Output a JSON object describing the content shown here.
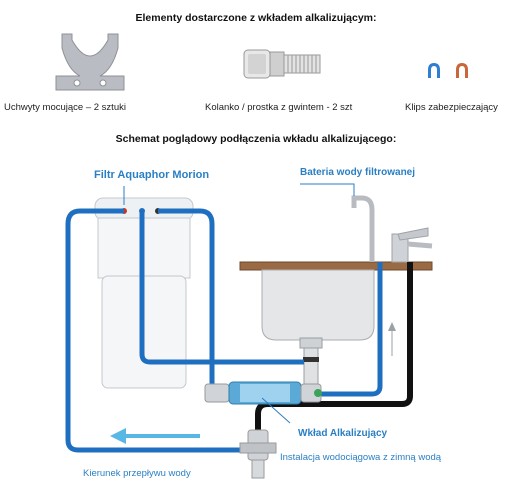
{
  "title_top": "Elementy dostarczone z wkładem alkalizującym:",
  "items": [
    {
      "caption": "Uchwyty mocujące – 2 sztuki",
      "icon": "mounting-bracket-icon"
    },
    {
      "caption": "Kolanko / prostka z gwintem - 2 szt",
      "icon": "threaded-connector-icon"
    },
    {
      "caption": "Klips zabezpieczający",
      "icon": "safety-clip-icon"
    }
  ],
  "title_schema": "Schemat poglądowy podłączenia wkładu alkalizującego:",
  "labels": {
    "filter": "Filtr Aquaphor Morion",
    "faucet": "Bateria wody filtrowanej",
    "cartridge": "Wkład Alkalizujący",
    "flow": "Kierunek przepływu wody",
    "supply": "Instalacja wodociągowa z zimną wodą"
  },
  "colors": {
    "label_blue": "#2a7fc4",
    "pipe_blue": "#1f6fc1",
    "pipe_black": "#111111",
    "arrow_cyan": "#59b7e6"
  }
}
